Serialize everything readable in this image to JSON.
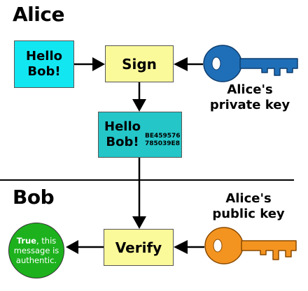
{
  "alice_heading": "Alice",
  "bob_heading": "Bob",
  "message": {
    "line1": "Hello",
    "line2": "Bob!"
  },
  "sign_label": "Sign",
  "verify_label": "Verify",
  "signed_message": {
    "line1": "Hello",
    "line2": "Bob!",
    "sig_line1": "BE459576",
    "sig_line2": "785039E8"
  },
  "private_key_label": {
    "line1": "Alice's",
    "line2": "private key"
  },
  "public_key_label": {
    "line1": "Alice's",
    "line2": "public key"
  },
  "result": {
    "bold": "True",
    "rest": ", this message is authentic."
  },
  "colors": {
    "message_box": "#12e6f1",
    "operation_box": "#fbfa9a",
    "signed_box": "#24c6c8",
    "private_key": "#1f6fb8",
    "public_key": "#f49420",
    "result_circle": "#1db21d"
  }
}
